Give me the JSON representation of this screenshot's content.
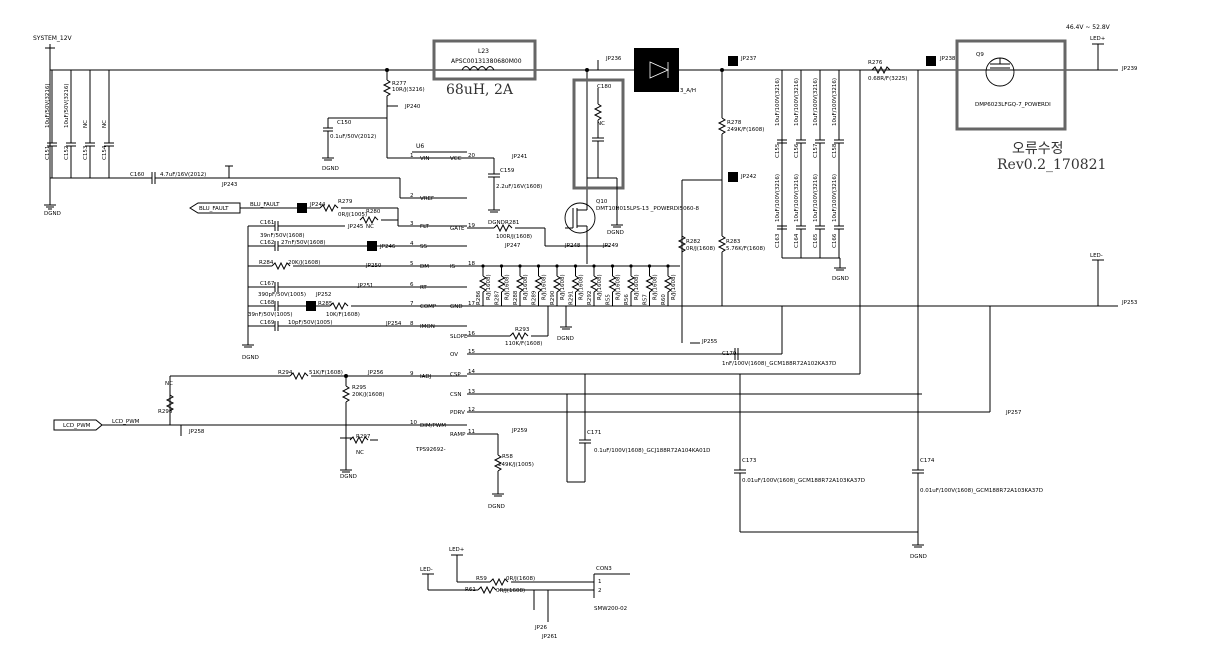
{
  "nets": {
    "system_12v": "SYSTEM_12V",
    "vin_range": "46.4V ~ 52.8V",
    "led_plus": "LED+",
    "led_minus": "LED-",
    "dgnd": "DGND",
    "blu_fault": "BLU_FAULT",
    "lcd_pwm": "LCD_PWM"
  },
  "inductor": {
    "ref": "L23",
    "part": "APSC00131380680M00",
    "note": "68uH, 2A"
  },
  "diode_label": "3_A/H",
  "mosfet_q9": {
    "ref": "Q9",
    "part": "DMP6023LFGQ-7_POWERDI",
    "note1": "오류수정",
    "note2": "Rev0.2_170821"
  },
  "mosfet_q10": {
    "ref": "Q10",
    "part": "DMT10H015LPS-13 _POWERDI5060-8"
  },
  "ic": {
    "ref": "U6",
    "part": "TPS92692-",
    "pins_left": [
      {
        "num": "1",
        "name": "VIN"
      },
      {
        "num": "2",
        "name": "VREF"
      },
      {
        "num": "3",
        "name": "FLT"
      },
      {
        "num": "4",
        "name": "SS"
      },
      {
        "num": "5",
        "name": "DM"
      },
      {
        "num": "6",
        "name": "RT"
      },
      {
        "num": "7",
        "name": "COMP"
      },
      {
        "num": "8",
        "name": "IMON"
      },
      {
        "num": "9",
        "name": "IADJ"
      },
      {
        "num": "10",
        "name": "DIM/PWM"
      }
    ],
    "pins_right": [
      {
        "num": "20",
        "name": "VCC"
      },
      {
        "num": "19",
        "name": "GATE"
      },
      {
        "num": "18",
        "name": "IS"
      },
      {
        "num": "17",
        "name": "GND"
      },
      {
        "num": "16",
        "name": "SLOPE"
      },
      {
        "num": "15",
        "name": "OV"
      },
      {
        "num": "14",
        "name": "CSP"
      },
      {
        "num": "13",
        "name": "CSN"
      },
      {
        "num": "12",
        "name": "PDRV"
      },
      {
        "num": "11",
        "name": "RAMP"
      }
    ]
  },
  "input_caps": [
    {
      "ref": "C151",
      "val": "10uF/50V(3216)"
    },
    {
      "ref": "C152",
      "val": "10uF/50V(3216)"
    },
    {
      "ref": "C153",
      "val": "NC"
    },
    {
      "ref": "C154",
      "val": "NC"
    }
  ],
  "out_caps_top": [
    {
      "ref": "C155",
      "val": "10uF/100V(3216)"
    },
    {
      "ref": "C156",
      "val": "10uF/100V(3216)"
    },
    {
      "ref": "C157",
      "val": "10uF/100V(3216)"
    },
    {
      "ref": "C158",
      "val": "10uF/100V(3216)"
    }
  ],
  "out_caps_bot": [
    {
      "ref": "C163",
      "val": "10uF/100V(3216)"
    },
    {
      "ref": "C164",
      "val": "10uF/100V(3216)"
    },
    {
      "ref": "C165",
      "val": "10uF/100V(3216)"
    },
    {
      "ref": "C166",
      "val": "10uF/100V(3216)"
    }
  ],
  "parts": {
    "r277": {
      "ref": "R277",
      "val": "10R/J(3216)"
    },
    "c150": {
      "ref": "C150",
      "val": "0.1uF/50V(2012)"
    },
    "c160": {
      "ref": "C160",
      "val": "4.7uF/16V(2012)"
    },
    "c159": {
      "ref": "C159",
      "val": "2.2uF/16V(1608)"
    },
    "r281": {
      "ref": "R281",
      "val": "100R/J(1608)"
    },
    "r279": {
      "ref": "R279",
      "val": "0R/J(1005)"
    },
    "r280": {
      "ref": "R280",
      "val": "NC"
    },
    "c161": {
      "ref": "C161",
      "val": "39nF/50V(1608)"
    },
    "c162": {
      "ref": "C162",
      "val": "27nF/50V(1608)"
    },
    "r284": {
      "ref": "R284",
      "val": "20K/J(1608)"
    },
    "c167": {
      "ref": "C167",
      "val": "390pF/50V(1005)"
    },
    "c168": {
      "ref": "C168",
      "val": "39nF/50V(1005)"
    },
    "r285": {
      "ref": "R285",
      "val": "10K/F(1608)"
    },
    "c169": {
      "ref": "C169",
      "val": "10pF/50V(1005)"
    },
    "r294": {
      "ref": "R294",
      "val": "51K/F(1608)"
    },
    "r295": {
      "ref": "R295",
      "val": "20K/J(1608)"
    },
    "r296": {
      "ref": "R296",
      "val": "NC"
    },
    "r297": {
      "ref": "R297",
      "val": "NC"
    },
    "r293": {
      "ref": "R293",
      "val": "110K/F(1608)"
    },
    "r58": {
      "ref": "R58",
      "val": "249K/J(1005)"
    },
    "c171": {
      "ref": "C171",
      "val": "0.1uF/100V(1608)_GCJ188R72A104KA01D"
    },
    "c173": {
      "ref": "C173",
      "val": "0.01uF/100V(1608)_GCM188R72A103KA37D"
    },
    "c174": {
      "ref": "C174",
      "val": "0.01uF/100V(1608)_GCM188R72A103KA37D"
    },
    "c170": {
      "ref": "C170",
      "val": "1nF/100V(1608)_GCM188R72A102KA37D"
    },
    "r278": {
      "ref": "R278",
      "val": "249K/F(1608)"
    },
    "r282": {
      "ref": "R282",
      "val": "0R/J(1608)"
    },
    "r283": {
      "ref": "R283",
      "val": "5.76K/F(1608)"
    },
    "r276": {
      "ref": "R276",
      "val": "0.68R/F(3225)"
    },
    "c180": {
      "ref": "C180",
      "val": "NC"
    },
    "r59": {
      "ref": "R59",
      "val": "0R/J(1608)"
    },
    "r61": {
      "ref": "R61",
      "val": "0R/J(1608)"
    },
    "con3": {
      "ref": "CON3",
      "part": "SMW200-02",
      "pin1": "1",
      "pin2": "2"
    }
  },
  "sense_resistors": [
    "R286",
    "R287",
    "R288",
    "R289",
    "R290",
    "R291",
    "R292",
    "R55",
    "R56",
    "R57",
    "R60"
  ],
  "sense_res_val": "R/J(1608)",
  "jumpers": {
    "jp236": "JP236",
    "jp237": "JP237",
    "jp238": "JP238",
    "jp239": "JP239",
    "jp240": "JP240",
    "jp241": "JP241",
    "jp242": "JP242",
    "jp243": "JP243",
    "jp244": "JP244",
    "jp245": "JP245",
    "jp246": "JP246",
    "jp247": "JP247",
    "jp248": "JP248",
    "jp249": "JP249",
    "jp250": "JP250",
    "jp251": "JP251",
    "jp252": "JP252",
    "jp253": "JP253",
    "jp254": "JP254",
    "jp255": "JP255",
    "jp256": "JP256",
    "jp257": "JP257",
    "jp258": "JP258",
    "jp259": "JP259",
    "jp260": "JP26",
    "jp261": "JP261"
  },
  "nc_tag": "NC"
}
